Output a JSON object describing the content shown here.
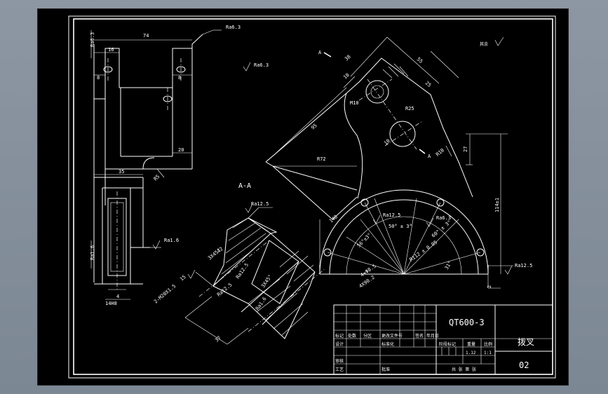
{
  "view_labels": {
    "section_aa": "A-A",
    "arrow_a1": "A",
    "arrow_a2": "A"
  },
  "roughness": {
    "top1": "Ra6.3",
    "top2": "Ra6.3",
    "left_side": "Ra6.3",
    "left_bottom": "Ra1.6",
    "section_top": "Ra12.5",
    "section_mid": "Ra12.5",
    "section_low": "Ra1.6",
    "right_bottom": "Ra12.5",
    "right_hole": "Ra6.3",
    "right_left": "Ra12.5",
    "others": "其余"
  },
  "dims_left": {
    "d74": "74",
    "d16": "16",
    "d8a": "8",
    "d8b": "8",
    "d20": "20",
    "d35": "35",
    "d4": "4",
    "d14h8": "14H8",
    "d28": "R5",
    "d16v": "Ra1.6"
  },
  "dims_section": {
    "d42": "42",
    "d30": "3X45°",
    "d15": "15",
    "d12": "Ra12.5",
    "d37": "37",
    "d2m": "2-M20X1.5",
    "dra1": "Ra1.6",
    "d3045": "3X45°"
  },
  "dims_right": {
    "r72": "R72",
    "r95": "95",
    "d38": "38",
    "d10": "10",
    "m10": "M10",
    "r25": "R25",
    "d10b": "10",
    "d55": "55",
    "d25": "25",
    "r10": "R10",
    "d27": "27",
    "d114": "114±1",
    "d50deg": "50° ± 3°",
    "d60deg": "60° ± 3°",
    "d56": "56°±3°",
    "r112": "R112 ± 0.05",
    "d31": "31°",
    "d2": "2",
    "d148": "148",
    "d4holes": "4×Φ8.5",
    "dholes2": "4X90.2"
  },
  "title_block": {
    "part_name": "QT600-3",
    "drawing_name": "拨叉",
    "drawing_no": "02",
    "scale_label": "比例",
    "scale": "1:1",
    "weight_label": "重量",
    "weight": "1.12",
    "stage_label": "阶段标记",
    "sheet_label": "共 张  第 张",
    "row_labels": [
      "标记",
      "处数",
      "分区",
      "更改文件号",
      "签名",
      "年月日"
    ],
    "designer": "设计",
    "standard": "标准化",
    "checker": "审核",
    "process": "工艺",
    "approve": "批准"
  }
}
